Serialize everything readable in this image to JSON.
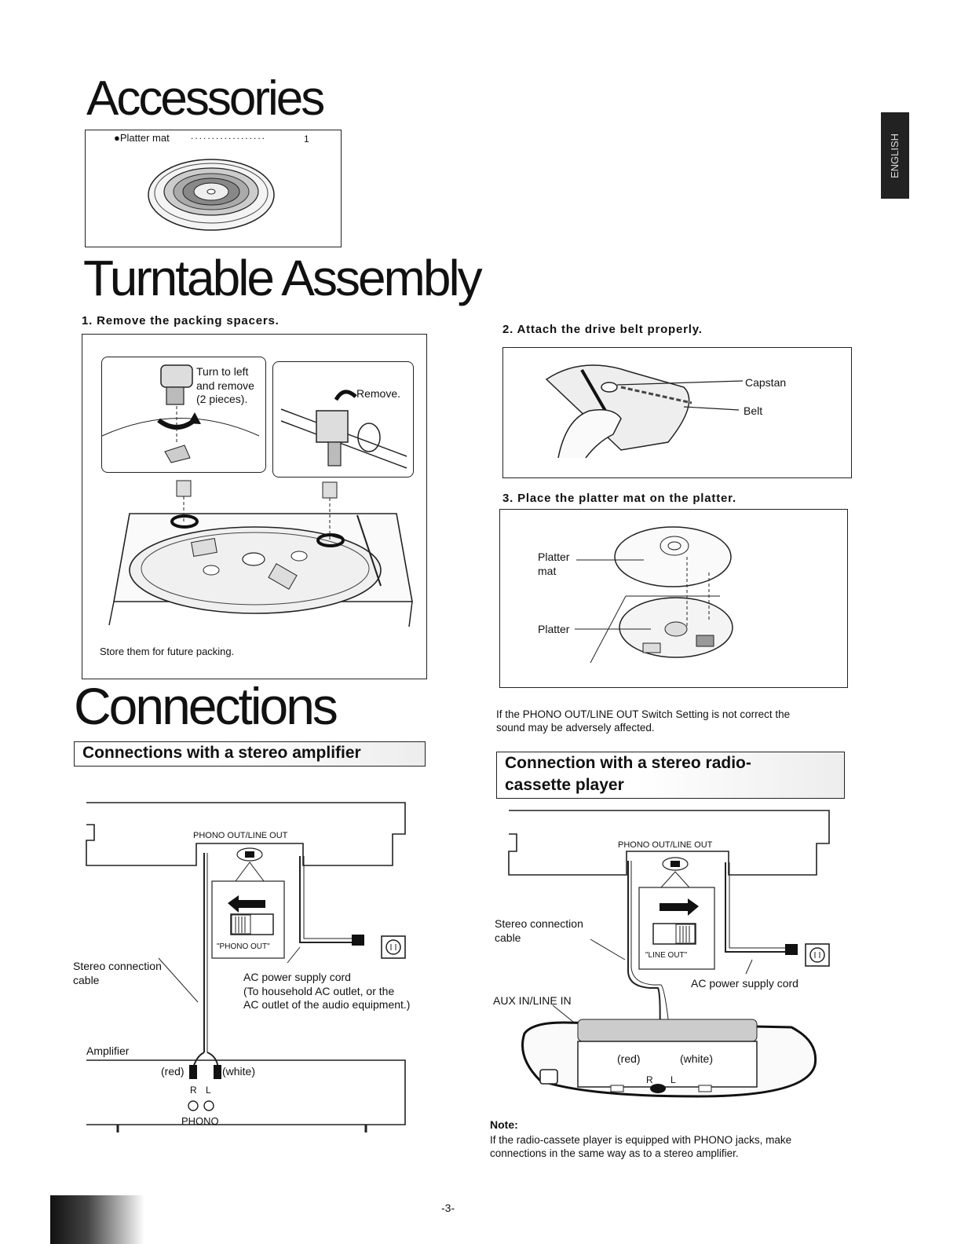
{
  "side_tab": "ENGLISH",
  "accessories": {
    "title": "Accessories",
    "item": "●Platter mat",
    "dots": "..................",
    "qty": "1"
  },
  "assembly": {
    "title": "Turntable Assembly",
    "step1": "1. Remove the packing spacers.",
    "turn_text": [
      "Turn to left",
      "and remove",
      "(2 pieces)."
    ],
    "remove_label": "Remove.",
    "store_text": "Store them for future packing.",
    "step2": "2. Attach the drive belt properly.",
    "capstan": "Capstan",
    "belt": "Belt",
    "step3": "3. Place the platter mat on the platter.",
    "platter_mat": [
      "Platter",
      "mat"
    ],
    "platter": "Platter"
  },
  "connections": {
    "title": "Connections",
    "warning": [
      "If the PHONO OUT/LINE OUT Switch Setting is not correct the",
      "sound may be adversely affected."
    ],
    "amp": {
      "heading": "Connections with a stereo amplifier",
      "switch_label": "PHONO OUT/LINE OUT",
      "switch_pos": "\"PHONO OUT\"",
      "cable": [
        "Stereo connection",
        "cable"
      ],
      "ac_cord": [
        "AC power supply cord",
        "(To household AC outlet, or the",
        "AC outlet of the audio equipment.)"
      ],
      "amplifier": "Amplifier",
      "red": "(red)",
      "white": "(white)",
      "r": "R",
      "l": "L",
      "phono": "PHONO"
    },
    "radio": {
      "heading": [
        "Connection with a stereo radio-",
        "cassette player"
      ],
      "switch_label": "PHONO OUT/LINE OUT",
      "switch_pos": "\"LINE OUT\"",
      "cable": [
        "Stereo connection",
        "cable"
      ],
      "ac_cord": "AC power supply cord",
      "aux": "AUX IN/LINE IN",
      "red": "(red)",
      "white": "(white)",
      "r": "R",
      "l": "L"
    },
    "note_label": "Note:",
    "note": [
      "If the radio-cassete player is equipped with PHONO jacks, make",
      "connections in the same way as to a stereo amplifier."
    ]
  },
  "page_number": "-3-"
}
